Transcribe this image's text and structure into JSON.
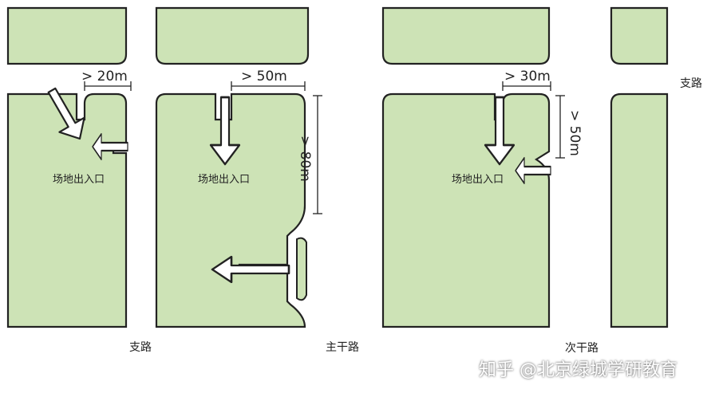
{
  "colors": {
    "block": "#cde3b6",
    "outline": "#222222",
    "road": "#ffffff"
  },
  "road_labels": {
    "branch_left": "支路",
    "main": "主干路",
    "secondary": "次干路",
    "branch_right": "支路"
  },
  "entrance_labels": {
    "a": "场地出入口",
    "b": "场地出入口",
    "c": "场地出入口"
  },
  "dimensions": {
    "d20": "> 20m",
    "d50": "> 50m",
    "d80": "> 80m",
    "d30": "> 30m",
    "d50v": "> 50m"
  },
  "watermark": "知乎 @北京绿城学研教育",
  "icons": [
    "inbound-arrow-icon",
    "outbound-arrow-icon"
  ]
}
